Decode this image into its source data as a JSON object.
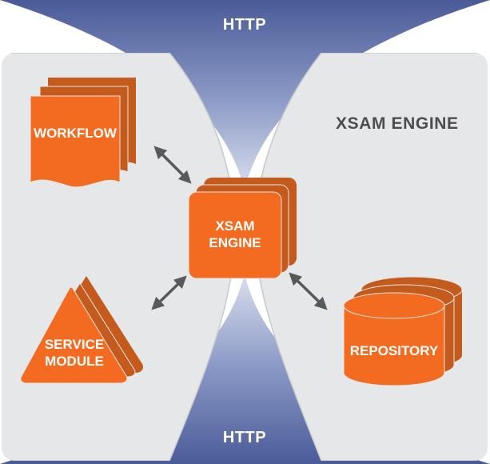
{
  "http": {
    "top_label": "HTTP",
    "bottom_label": "HTTP"
  },
  "panel": {
    "title": "XSAM ENGINE"
  },
  "nodes": {
    "workflow": {
      "label": "WORKFLOW"
    },
    "engine": {
      "line1": "XSAM",
      "line2": "ENGINE"
    },
    "service": {
      "line1": "SERVICE",
      "line2": "MODULE"
    },
    "repository": {
      "label": "REPOSITORY"
    }
  },
  "colors": {
    "panel": "#e6e7e8",
    "panel_border": "#c8c9cb",
    "http_blue": "#5566a1",
    "node_orange": "#f26b21",
    "node_shadow": "#c45a1c",
    "arrow": "#58595b",
    "title_text": "#4d4d4f"
  }
}
